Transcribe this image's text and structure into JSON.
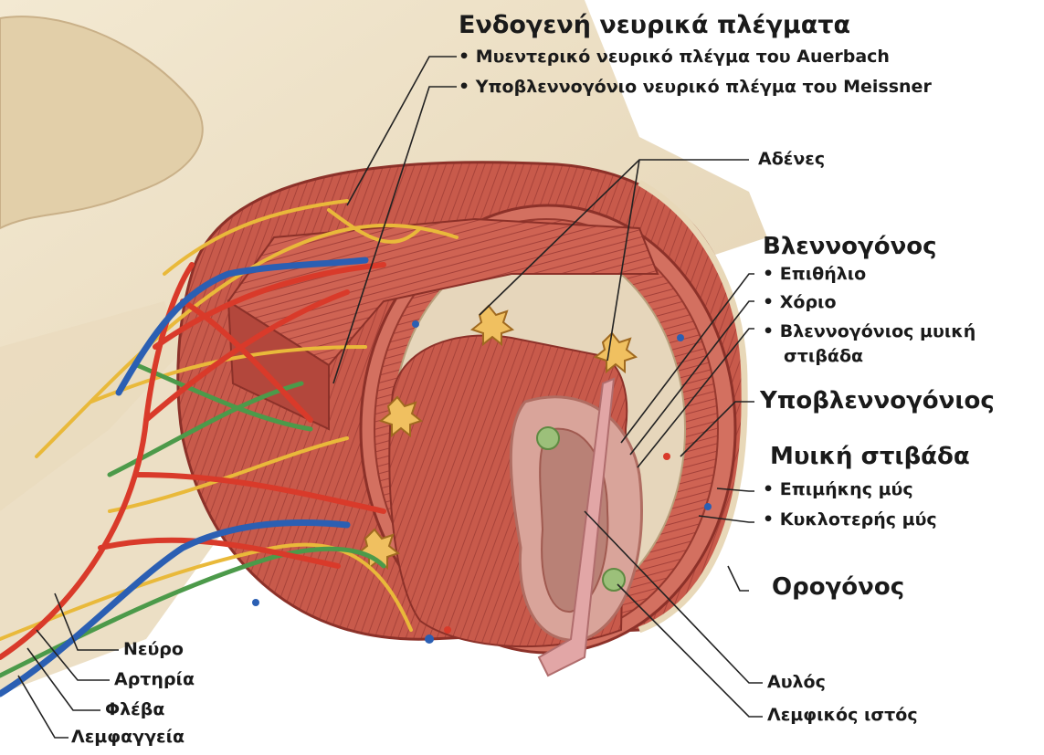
{
  "title": "Ενδογενή νευρικά πλέγματα",
  "plexus_items": [
    "• Μυεντερικό νευρικό πλέγμα του Auerbach",
    "• Υποβλεννογόνιο νευρικό πλέγμα του Meissner"
  ],
  "glands": "Αδένες",
  "mucosa": {
    "heading": "Βλεννογόνος",
    "items": [
      "• Επιθήλιο",
      "• Χόριο",
      "• Βλεννογόνιος μυική",
      "στιβάδα"
    ]
  },
  "submucosa": "Υποβλεννογόνιος",
  "muscularis": {
    "heading": "Μυική στιβάδα",
    "items": [
      "• Επιμήκης μύς",
      "• Κυκλοτερής μύς"
    ]
  },
  "serosa": "Ορογόνος",
  "lumen": "Αυλός",
  "lymphoid": "Λεμφικός ιστός",
  "vessels": [
    "Νεύρο",
    "Αρτηρία",
    "Φλέβα",
    "Λεμφαγγεία"
  ],
  "colors": {
    "muscle": "#c8584a",
    "muscle_dark": "#9e3a2f",
    "mesentery": "#efe3c8",
    "submucosa": "#e8dcc4",
    "mucosa_pink": "#d79a92",
    "nerve": "#e9b93a",
    "artery": "#d93a2a",
    "vein": "#2b5fb3",
    "lymph": "#4c9a4a"
  }
}
